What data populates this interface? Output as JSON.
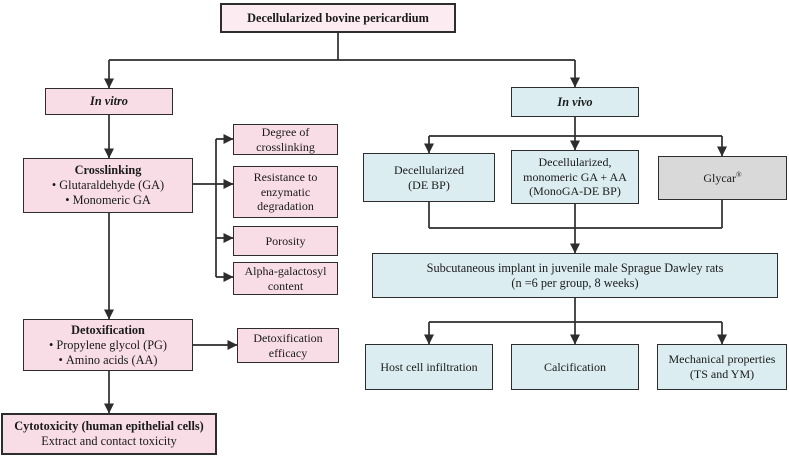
{
  "diagram": {
    "kind": "study-design-flowchart",
    "colors": {
      "pink_fill": "#f8dde7",
      "pink_light_fill": "#fcecf1",
      "blue_fill": "#dcedf2",
      "gray_fill": "#d8d9d8",
      "border": "#2d2d2d",
      "line": "#2d2d2d"
    },
    "nodes": {
      "root": {
        "label": "Decellularized bovine pericardium"
      },
      "in_vitro": {
        "label": "In vitro"
      },
      "in_vivo": {
        "label": "In vivo"
      },
      "crosslinking": {
        "title": "Crosslinking",
        "bullets": [
          "Glutaraldehyde (GA)",
          "Monomeric GA"
        ]
      },
      "degree_of_crosslinking": {
        "label": "Degree of crosslinking"
      },
      "enzymatic_resistance": {
        "label": "Resistance to enzymatic degradation"
      },
      "porosity": {
        "label": "Porosity"
      },
      "alpha_galactosyl": {
        "label": "Alpha-galactosyl content"
      },
      "detoxification": {
        "title": "Detoxification",
        "bullets": [
          "Propylene glycol (PG)",
          "Amino acids (AA)"
        ]
      },
      "detox_efficacy": {
        "label": "Detoxification efficacy"
      },
      "cytotoxicity": {
        "title": "Cytotoxicity (human epithelial cells)",
        "subtitle": "Extract and contact toxicity"
      },
      "de_bp": {
        "lines": [
          "Decellularized",
          "(DE BP)"
        ]
      },
      "monoga_de_bp": {
        "lines": [
          "Decellularized,",
          "monomeric GA + AA",
          "(MonoGA-DE BP)"
        ]
      },
      "glycar": {
        "label": "Glycar",
        "superscript": "®"
      },
      "implant": {
        "lines": [
          "Subcutaneous implant in juvenile male Sprague Dawley rats",
          "(n =6 per group, 8 weeks)"
        ]
      },
      "host_cell_infiltration": {
        "label": "Host cell infiltration"
      },
      "calcification": {
        "label": "Calcification"
      },
      "mechanical_properties": {
        "lines": [
          "Mechanical properties",
          "(TS and YM)"
        ]
      }
    }
  }
}
